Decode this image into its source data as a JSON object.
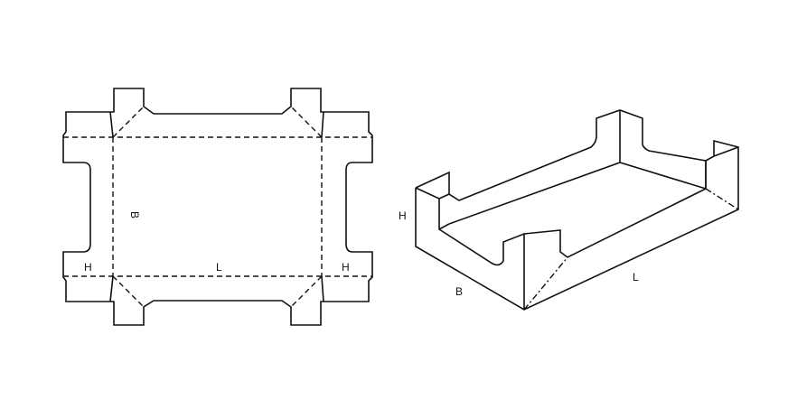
{
  "diagram": {
    "colors": {
      "stroke": "#111111",
      "background": "#ffffff"
    },
    "flat_layout": {
      "labels": {
        "height_left": "H",
        "length": "L",
        "height_right": "H",
        "breadth": "B"
      }
    },
    "assembled_tray": {
      "labels": {
        "height": "H",
        "breadth": "B",
        "length": "L"
      }
    }
  }
}
